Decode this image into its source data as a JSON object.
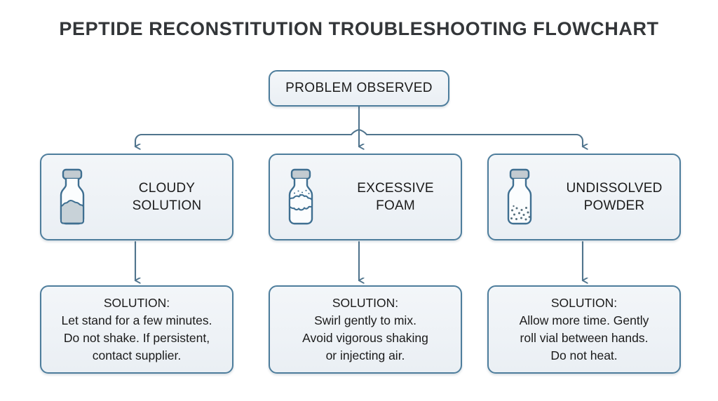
{
  "title": "PEPTIDE RECONSTITUTION TROUBLESHOOTING FLOWCHART",
  "colors": {
    "background": "#ffffff",
    "title_text": "#333639",
    "node_border": "#4d7d9c",
    "node_fill_top": "#f3f6f9",
    "node_fill_bottom": "#eaeff4",
    "connector": "#50748d",
    "icon_stroke": "#3f6f91",
    "icon_cap_fill": "#c3cbd1",
    "icon_content_fill": "#c8d2d8",
    "text": "#1b1b1b"
  },
  "root": {
    "label": "PROBLEM OBSERVED",
    "icon": "none"
  },
  "branches": [
    {
      "id": "cloudy",
      "problem": {
        "label": "CLOUDY\nSOLUTION",
        "line1": "CLOUDY",
        "line2": "SOLUTION",
        "icon": "vial-cloudy-icon"
      },
      "solution": {
        "heading": "SOLUTION:",
        "line1": "Let stand for a few minutes.",
        "line2": "Do not shake. If persistent,",
        "line3": "contact supplier."
      }
    },
    {
      "id": "foam",
      "problem": {
        "label": "EXCESSIVE\nFOAM",
        "line1": "EXCESSIVE",
        "line2": "FOAM",
        "icon": "vial-foam-icon"
      },
      "solution": {
        "heading": "SOLUTION:",
        "line1": "Swirl gently to mix.",
        "line2": "Avoid vigorous shaking",
        "line3": "or injecting air."
      }
    },
    {
      "id": "powder",
      "problem": {
        "label": "UNDISSOLVED\nPOWDER",
        "line1": "UNDISSOLVED",
        "line2": "POWDER",
        "icon": "vial-powder-icon"
      },
      "solution": {
        "heading": "SOLUTION:",
        "line1": "Allow more time. Gently",
        "line2": "roll vial between hands.",
        "line3": "Do not heat."
      }
    }
  ],
  "chart_data": {
    "type": "diagram",
    "diagram_type": "flowchart",
    "orientation": "top-down",
    "title": "PEPTIDE RECONSTITUTION TROUBLESHOOTING FLOWCHART",
    "nodes": [
      {
        "id": "root",
        "text": "PROBLEM OBSERVED",
        "level": 0
      },
      {
        "id": "cloudy",
        "text": "CLOUDY SOLUTION",
        "level": 1,
        "icon": "vial-cloudy-icon"
      },
      {
        "id": "foam",
        "text": "EXCESSIVE FOAM",
        "level": 1,
        "icon": "vial-foam-icon"
      },
      {
        "id": "powder",
        "text": "UNDISSOLVED POWDER",
        "level": 1,
        "icon": "vial-powder-icon"
      },
      {
        "id": "sol-cloudy",
        "text": "SOLUTION: Let stand for a few minutes. Do not shake. If persistent, contact supplier.",
        "level": 2
      },
      {
        "id": "sol-foam",
        "text": "SOLUTION: Swirl gently to mix. Avoid vigorous shaking or injecting air.",
        "level": 2
      },
      {
        "id": "sol-powder",
        "text": "SOLUTION: Allow more time. Gently roll vial between hands. Do not heat.",
        "level": 2
      }
    ],
    "edges": [
      {
        "from": "root",
        "to": "cloudy",
        "style": "elbow-arrow"
      },
      {
        "from": "root",
        "to": "foam",
        "style": "straight-arrow"
      },
      {
        "from": "root",
        "to": "powder",
        "style": "elbow-arrow"
      },
      {
        "from": "cloudy",
        "to": "sol-cloudy",
        "style": "straight-arrow"
      },
      {
        "from": "foam",
        "to": "sol-foam",
        "style": "straight-arrow"
      },
      {
        "from": "powder",
        "to": "sol-powder",
        "style": "straight-arrow"
      }
    ]
  }
}
